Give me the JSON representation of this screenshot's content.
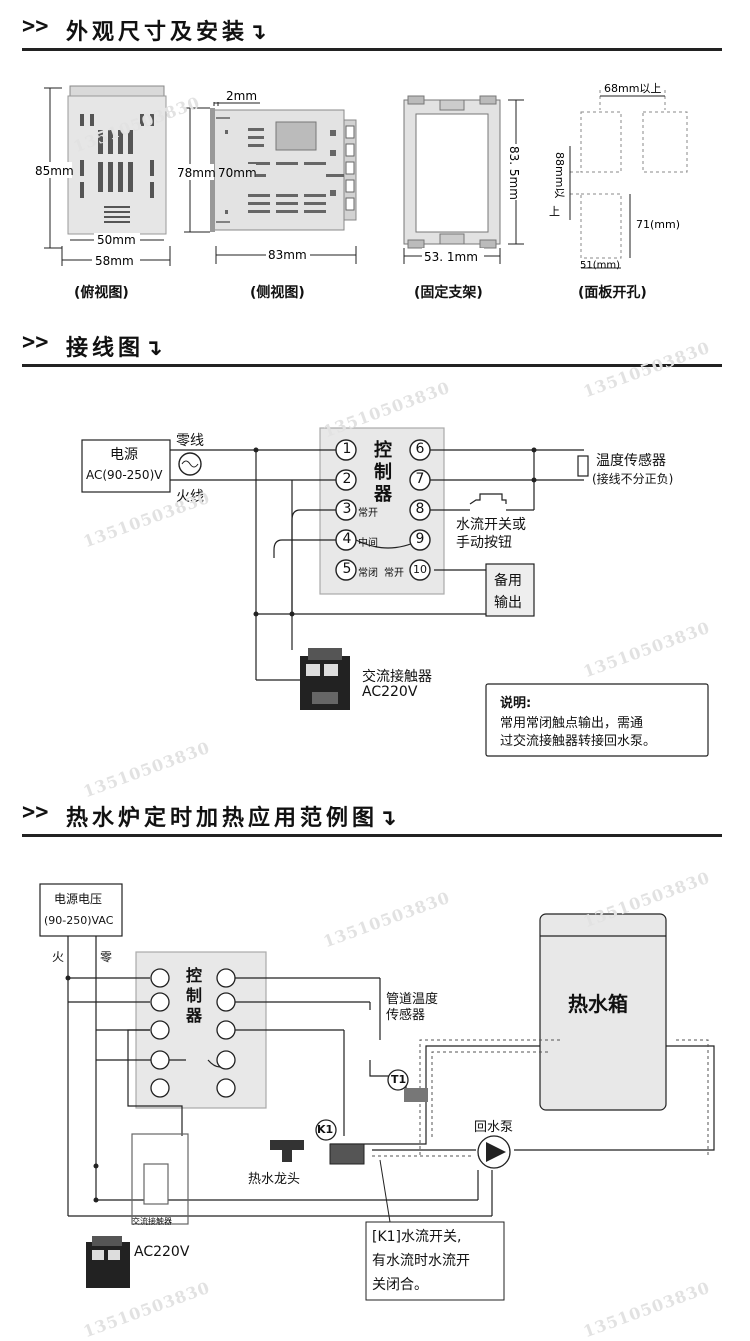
{
  "section1": {
    "chevron": ">>",
    "title": "外观尺寸及安装↴"
  },
  "section2": {
    "chevron": ">>",
    "title": "接线图↴"
  },
  "section3": {
    "chevron": ">>",
    "title": "热水炉定时加热应用范例图↴"
  },
  "watermark": "13510503830",
  "dims": {
    "top_height": "85mm",
    "top_inner_width": "50mm",
    "top_outer_width": "58mm",
    "side_small": "2mm",
    "side_height": "78mm",
    "side_inner_height": "70mm",
    "side_width": "83mm",
    "bracket_height": "83. 5mm",
    "bracket_width": "53. 1mm",
    "cut_spacing": "68mm以上",
    "cut_vspacing_a": "88mm以",
    "cut_vspacing_b": "上",
    "cut_height": "71(mm)",
    "cut_width": "51(mm)"
  },
  "captions": {
    "top_view": "(俯视图)",
    "side_view": "(侧视图)",
    "bracket": "(固定支架)",
    "panel_cut": "(面板开孔)"
  },
  "wiring": {
    "power_title": "电源",
    "power_spec": "AC(90-250)V",
    "neutral": "零线",
    "live": "火线",
    "ctrl_char1": "控",
    "ctrl_char2": "制",
    "ctrl_char3": "器",
    "t1": "1",
    "t2": "2",
    "t3": "3",
    "t4": "4",
    "t5": "5",
    "t6": "6",
    "t7": "7",
    "t8": "8",
    "t9": "9",
    "t10": "10",
    "no_label": "常开",
    "com_label": "中间",
    "nc_label": "常闭",
    "no_label2": "常开",
    "sensor": "温度传感器",
    "sensor_note": "(接线不分正负)",
    "switch_line1": "水流开关或",
    "switch_line2": "手动按钮",
    "backup_line1": "备用",
    "backup_line2": "输出",
    "contactor": "交流接触器",
    "contactor_volt": "AC220V",
    "note_title": "说明:",
    "note_line1": "常用常闭触点输出，需通",
    "note_line2": "过交流接触器转接回水泵。"
  },
  "example": {
    "supply_line1": "电源电压",
    "supply_line2": "(90-250)VAC",
    "live": "火",
    "neutral": "零",
    "ctrl_char1": "控",
    "ctrl_char2": "制",
    "ctrl_char3": "器",
    "pipe_sensor_line1": "管道温度",
    "pipe_sensor_line2": "传感器",
    "tank": "热水箱",
    "t1_tag": "T1",
    "k1_tag": "K1",
    "pump": "回水泵",
    "faucet": "热水龙头",
    "contactor_small": "交流接触器",
    "volt": "AC220V",
    "k1_line1": "[K1]水流开关,",
    "k1_line2": "有水流时水流开",
    "k1_line3": "关闭合。"
  }
}
